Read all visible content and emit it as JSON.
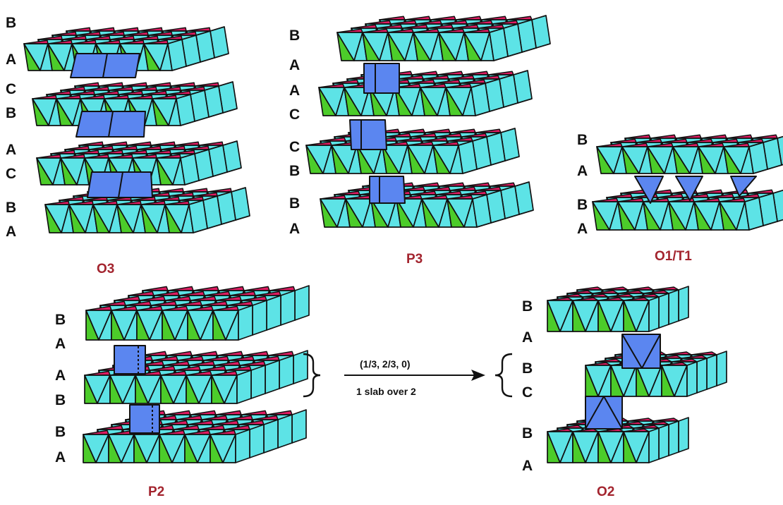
{
  "colors": {
    "octa_front": "#5de3e6",
    "octa_top": "#e01c62",
    "octa_side": "#4ccc2a",
    "interlayer": "#5b86f0",
    "outline": "#111111",
    "title": "#a3242e"
  },
  "panels": [
    {
      "title": "O3",
      "stack_labels": [
        "B",
        "A",
        "C",
        "B",
        "A",
        "C",
        "B",
        "A"
      ]
    },
    {
      "title": "P3",
      "stack_labels": [
        "B",
        "A",
        "A",
        "C",
        "C",
        "B",
        "B",
        "A"
      ]
    },
    {
      "title": "O1/T1",
      "stack_labels": [
        "B",
        "A",
        "B",
        "A"
      ]
    },
    {
      "title": "P2",
      "stack_labels": [
        "B",
        "A",
        "A",
        "B",
        "B",
        "A"
      ]
    },
    {
      "title": "O2",
      "stack_labels": [
        "B",
        "A",
        "B",
        "C",
        "B",
        "A"
      ]
    }
  ],
  "transformation": {
    "vector": "(1/3, 2/3, 0)",
    "description": "1 slab over  2"
  }
}
